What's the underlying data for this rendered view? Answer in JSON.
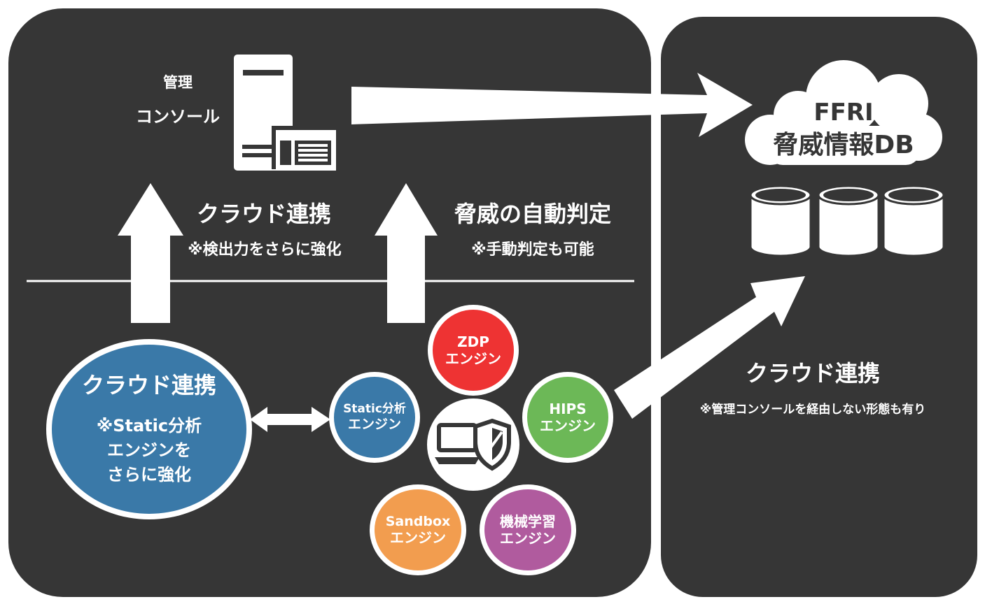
{
  "colors": {
    "panel": "#363636",
    "cloud_circle": "#3a79a8",
    "zdp": "#ee3333",
    "hips": "#6cb857",
    "static": "#3a79a8",
    "sandbox": "#f29d4f",
    "ml": "#b05b9e"
  },
  "console": {
    "label_line1": "管理",
    "label_line2": "コンソール",
    "icon": "server-console-icon"
  },
  "arrows": {
    "cloud_link": {
      "title": "クラウド連携",
      "note": "※検出力をさらに強化"
    },
    "auto_judge": {
      "title": "脅威の自動判定",
      "note": "※手動判定も可能"
    }
  },
  "db": {
    "line1": "FFRI",
    "line2": "脅威情報DB",
    "icon": "cloud-icon",
    "storage_icon": "database-icon"
  },
  "cloud_circle": {
    "title": "クラウド連携",
    "note_line1": "※Static分析",
    "note_line2": "エンジンを",
    "note_line3": "さらに強化"
  },
  "engines": {
    "zdp": {
      "line1": "ZDP",
      "line2": "エンジン"
    },
    "static": {
      "line1": "Static分析",
      "line2": "エンジン"
    },
    "hips": {
      "line1": "HIPS",
      "line2": "エンジン"
    },
    "sandbox": {
      "line1": "Sandbox",
      "line2": "エンジン"
    },
    "ml": {
      "line1": "機械学習",
      "line2": "エンジン"
    },
    "center_icon": "pc-shield-icon"
  },
  "right_cloud_link": {
    "title": "クラウド連携",
    "note": "※管理コンソールを経由しない形態も有り"
  }
}
